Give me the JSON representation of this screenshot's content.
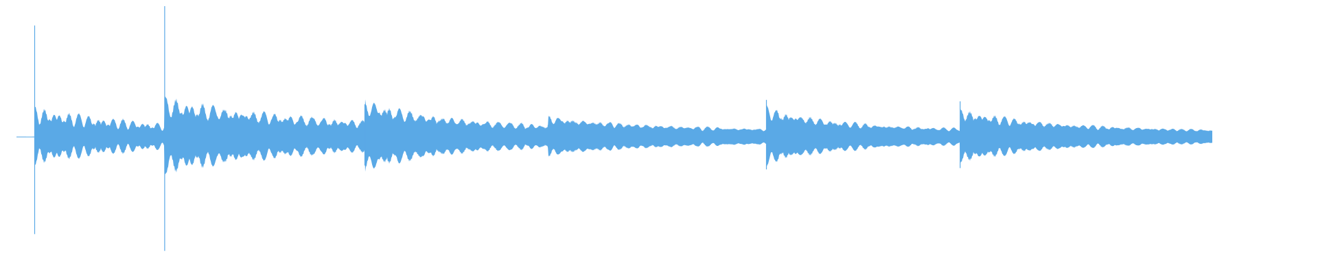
{
  "waveform": {
    "color": "#5aa9e6",
    "background": "#ffffff",
    "amplitude_max": 1.0,
    "events": [
      {
        "time": 0.014,
        "spike": 0.75,
        "body": 0.27,
        "decay": 0.1,
        "period": 0.0085,
        "tail": 0.06
      },
      {
        "time": 0.114,
        "spike": 0.88,
        "body": 0.25,
        "decay": 0.14,
        "period": 0.0095,
        "tail": 0.06
      },
      {
        "time": 0.268,
        "spike": 0.22,
        "body": 0.21,
        "decay": 0.05,
        "period": 0.0085,
        "tail": 0.04
      },
      {
        "time": 0.409,
        "spike": 0.08,
        "body": 0.09,
        "decay": 0.07,
        "period": 0.0085,
        "tail": 0.05
      },
      {
        "time": 0.577,
        "spike": 0.25,
        "body": 0.21,
        "decay": 0.05,
        "period": 0.0085,
        "tail": 0.05
      },
      {
        "time": 0.726,
        "spike": 0.24,
        "body": 0.19,
        "decay": 0.06,
        "period": 0.0085,
        "tail": 0.04
      }
    ],
    "end_time": 0.92
  }
}
